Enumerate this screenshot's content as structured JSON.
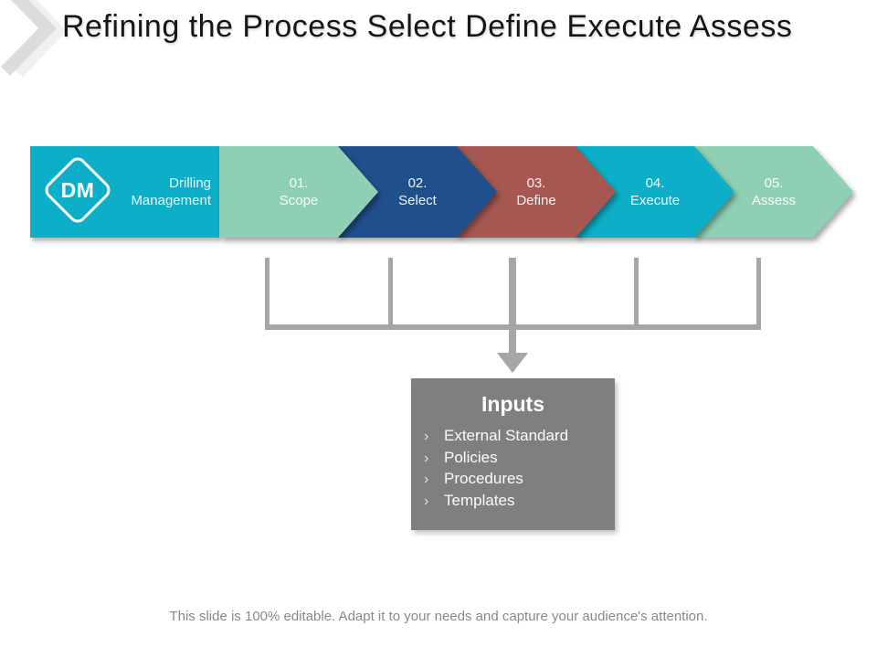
{
  "slide": {
    "title": "Refining the Process Select Define Execute Assess",
    "footer": "This slide is 100% editable. Adapt it to your needs and capture your audience's attention."
  },
  "process": {
    "lead_block": {
      "badge": "DM",
      "label_line1": "Drilling",
      "label_line2": "Management",
      "color": "#0cafc7"
    },
    "steps": [
      {
        "number": "01.",
        "name": "Scope",
        "color": "#8fd0b5"
      },
      {
        "number": "02.",
        "name": "Select",
        "color": "#20508c"
      },
      {
        "number": "03.",
        "name": "Define",
        "color": "#a65752"
      },
      {
        "number": "04.",
        "name": "Execute",
        "color": "#0cafc7"
      },
      {
        "number": "05.",
        "name": "Assess",
        "color": "#8fd0b5"
      }
    ]
  },
  "inputs_box": {
    "title": "Inputs",
    "bullet_char": "›",
    "items": [
      "External Standard",
      "Policies",
      "Procedures",
      "Templates"
    ],
    "background": "#7f7f7f"
  },
  "connector_color": "#a6a6a6"
}
